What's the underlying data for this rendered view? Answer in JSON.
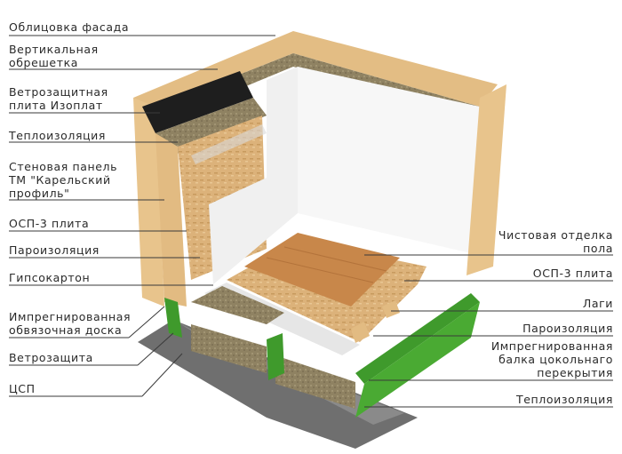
{
  "labels": {
    "left": [
      "Облицовка фасада",
      "Вертикальная",
      "обрешетка",
      "Ветрозащитная",
      "плита Изоплат",
      "Теплоизоляция",
      "Стеновая панель",
      "ТМ \"Карельский",
      "профиль\"",
      "ОСП-3 плита",
      "Пароизоляция",
      "Гипсокартон",
      "Импрегнированная",
      "обвязочная доска",
      "Ветрозащита",
      "ЦСП"
    ],
    "right": [
      "Чистовая отделка",
      "пола",
      "ОСП-3 плита",
      "Лаги",
      "Пароизоляция",
      "Импрегнированная",
      "балка цокольнаго",
      "перекрытия",
      "Теплоизоляция"
    ]
  },
  "colors": {
    "wood": "#e8c48c",
    "osb": "#dcb27a",
    "insulation": "#8a7c5e",
    "windproof_board": "#1e1e1e",
    "drywall": "#f2f2f2",
    "impregnated_wood": "#3f9a2c",
    "floor_finish": "#c8874a",
    "tsp_board": "#6f6f6f"
  }
}
